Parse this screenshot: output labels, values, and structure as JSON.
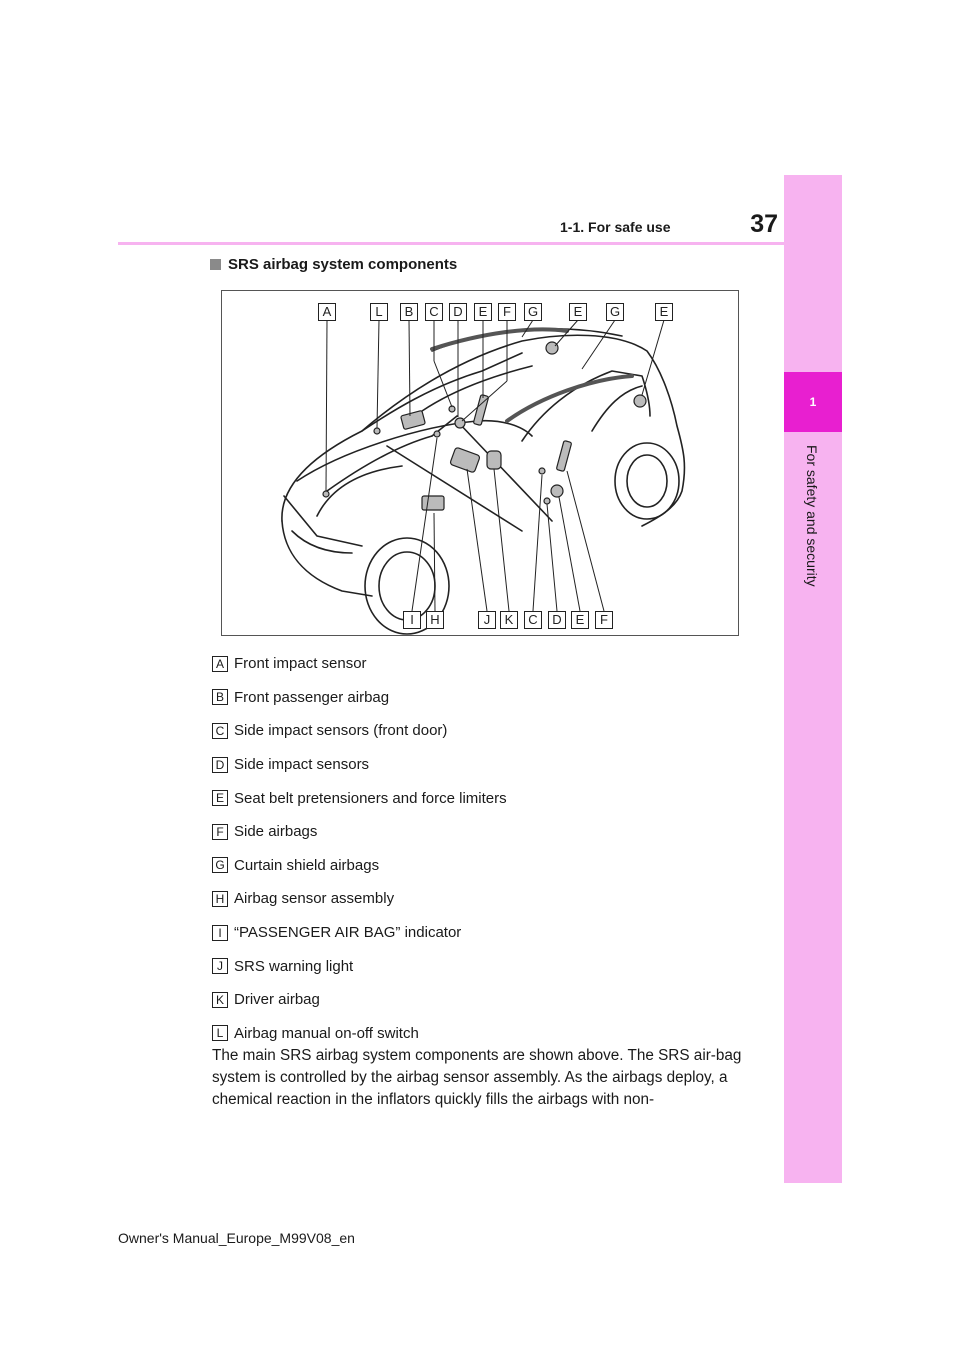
{
  "header": {
    "page_number": "37",
    "section": "1-1. For safe use"
  },
  "side_tab": {
    "chapter": "1",
    "label": "For safety and security"
  },
  "heading": "SRS airbag system components",
  "figure": {
    "top_callouts": [
      "A",
      "L",
      "B",
      "C",
      "D",
      "E",
      "F",
      "G",
      "E",
      "G",
      "E"
    ],
    "bottom_callouts": [
      "I",
      "H",
      "J",
      "K",
      "C",
      "D",
      "E",
      "F"
    ]
  },
  "legend": [
    {
      "key": "A",
      "text": "Front impact sensor"
    },
    {
      "key": "B",
      "text": "Front passenger airbag"
    },
    {
      "key": "C",
      "text": "Side impact sensors (front door)"
    },
    {
      "key": "D",
      "text": "Side impact sensors"
    },
    {
      "key": "E",
      "text": "Seat belt pretensioners and force limiters"
    },
    {
      "key": "F",
      "text": "Side airbags"
    },
    {
      "key": "G",
      "text": "Curtain shield airbags"
    },
    {
      "key": "H",
      "text": "Airbag sensor assembly"
    },
    {
      "key": "I",
      "text": "“PASSENGER AIR BAG” indicator"
    },
    {
      "key": "J",
      "text": "SRS warning light"
    },
    {
      "key": "K",
      "text": "Driver airbag"
    },
    {
      "key": "L",
      "text": "Airbag manual on-off switch"
    }
  ],
  "body_text": "The main SRS airbag system components are shown above. The SRS air-bag system is controlled by the airbag sensor assembly. As the airbags deploy, a chemical reaction in the inflators quickly fills the airbags with non-",
  "footer": "Owner's Manual_Europe_M99V08_en"
}
